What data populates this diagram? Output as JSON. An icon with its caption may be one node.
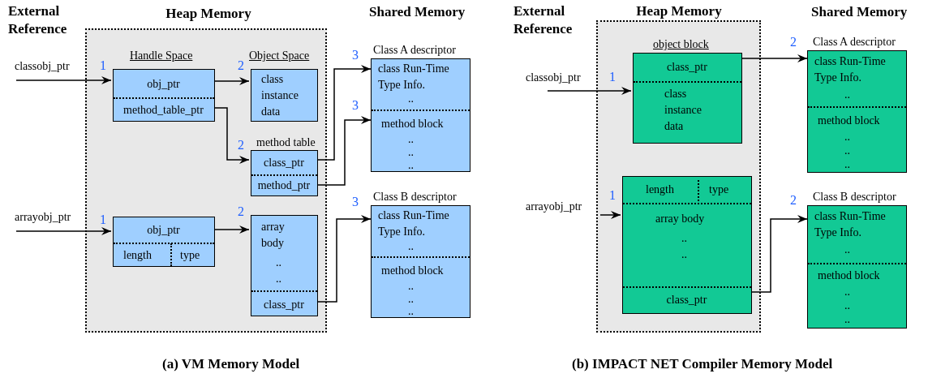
{
  "diagram": {
    "nodes": [
      {
        "text": [
          "Heap Memory"
        ]
      },
      {
        "text": [
          "classobj_ptr"
        ]
      },
      {
        "text": [
          "obj_ptr",
          "method_table_ptr"
        ],
        "in": 0,
        "beside": [
          "1"
        ]
      },
      {
        "text": [
          "class instance data"
        ],
        "in": 0,
        "beside": [
          "2"
        ]
      },
      {
        "text": [
          "method table",
          "class_ptr",
          "method_ptr"
        ],
        "in": 0,
        "beside": [
          "2"
        ]
      },
      {
        "text": [
          "Class A descriptor",
          "class Run-Time Type Info.",
          "..",
          "method block",
          "..",
          "..",
          ".."
        ],
        "beside": [
          "3",
          "3"
        ]
      },
      {
        "text": [
          "arrayobj_ptr"
        ]
      },
      {
        "text": [
          "obj_ptr",
          "length",
          "type"
        ],
        "in": 0,
        "beside": [
          "1"
        ]
      },
      {
        "text": [
          "array body",
          "..",
          "..",
          "class_ptr"
        ],
        "in": 0,
        "beside": [
          "2"
        ]
      },
      {
        "text": [
          "Class B descriptor",
          "class Run-Time Type Info.",
          "..",
          "method block",
          "..",
          "..",
          ".."
        ],
        "beside": [
          "3"
        ]
      },
      {
        "text": [
          "Heap Memory"
        ]
      },
      {
        "text": [
          "object block",
          "class_ptr",
          "class instance data"
        ],
        "in": 10,
        "beside": [
          "1"
        ]
      },
      {
        "text": [
          "classobj_ptr"
        ]
      },
      {
        "text": [
          "Class A descriptor",
          "class Run-Time Type Info.",
          "..",
          "method block",
          "..",
          "..",
          ".."
        ],
        "beside": [
          "2"
        ]
      },
      {
        "text": [
          "arrayobj_ptr"
        ]
      },
      {
        "text": [
          "length",
          "type",
          "array body",
          "..",
          "..",
          "class_ptr"
        ],
        "in": 10,
        "beside": [
          "1"
        ]
      },
      {
        "text": [
          "Class B descriptor",
          "class Run-Time Type Info.",
          "..",
          "method block",
          "..",
          "..",
          ".."
        ],
        "beside": [
          "2"
        ]
      }
    ],
    "edges": [
      {
        "from": 1,
        "to": 2,
        "arrow": "to"
      },
      {
        "from": 2,
        "to": 3,
        "arrow": "to"
      },
      {
        "from": 2,
        "to": 4,
        "arrow": "to"
      },
      {
        "from": 4,
        "to": 5,
        "arrow": "to"
      },
      {
        "from": 4,
        "to": 5,
        "arrow": "to"
      },
      {
        "from": 6,
        "to": 7,
        "arrow": "to"
      },
      {
        "from": 7,
        "to": 8,
        "arrow": "to"
      },
      {
        "from": 8,
        "to": 9,
        "arrow": "to"
      },
      {
        "from": 12,
        "to": 11,
        "arrow": "to"
      },
      {
        "from": 11,
        "to": 13,
        "arrow": "to"
      },
      {
        "from": 14,
        "to": 15,
        "arrow": "to"
      },
      {
        "from": 15,
        "to": 16,
        "arrow": "to"
      }
    ],
    "labels": [
      "External Reference",
      "Shared Memory",
      "Handle Space",
      "Object Space",
      "External Reference",
      "Shared Memory",
      "(a) VM Memory Model",
      "(b) IMPACT NET Compiler Memory Model"
    ]
  }
}
